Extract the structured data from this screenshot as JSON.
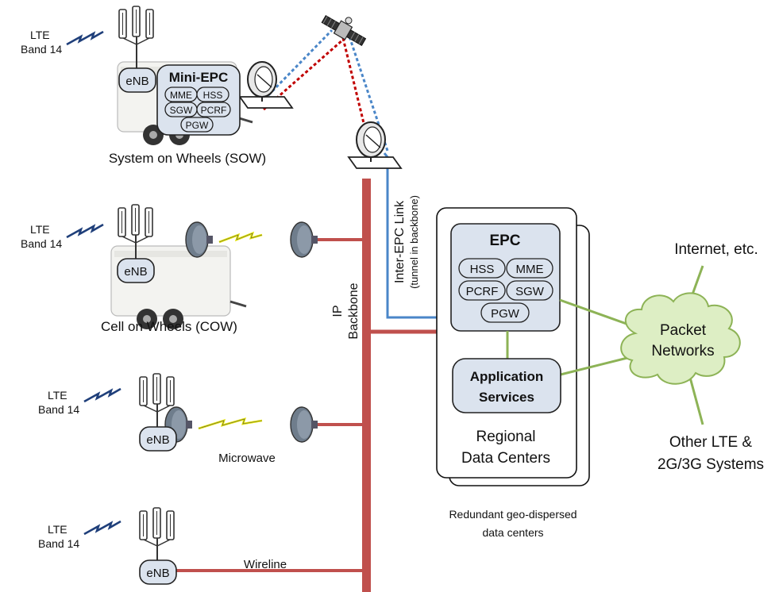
{
  "sites": [
    {
      "lte": "LTE",
      "band": "Band 14",
      "enb": "eNB",
      "caption": "System on Wheels (SOW)"
    },
    {
      "lte": "LTE",
      "band": "Band 14",
      "enb": "eNB",
      "caption": "Cell on Wheels (COW)"
    },
    {
      "lte": "LTE",
      "band": "Band 14",
      "enb": "eNB",
      "caption": "Microwave"
    },
    {
      "lte": "LTE",
      "band": "Band 14",
      "enb": "eNB",
      "caption": "Wireline"
    }
  ],
  "mini_epc": {
    "title": "Mini-EPC",
    "nodes": [
      "MME",
      "HSS",
      "SGW",
      "PCRF",
      "PGW"
    ]
  },
  "backbone": {
    "line1": "IP",
    "line2": "Backbone"
  },
  "inter_epc": {
    "line1": "Inter-EPC Link",
    "line2": "(tunnel in backbone)"
  },
  "epc": {
    "title": "EPC",
    "nodes": [
      "HSS",
      "MME",
      "PCRF",
      "SGW",
      "PGW"
    ]
  },
  "app_services": {
    "line1": "Application",
    "line2": "Services"
  },
  "regional": {
    "line1": "Regional",
    "line2": "Data Centers"
  },
  "redundant": {
    "line1": "Redundant geo-dispersed",
    "line2": "data centers"
  },
  "cloud": {
    "line1": "Packet",
    "line2": "Networks"
  },
  "internet": "Internet, etc.",
  "other": {
    "line1": "Other LTE &",
    "line2": "2G/3G Systems"
  },
  "colors": {
    "backbone": "#c0504d",
    "blue_link": "#4a86c8",
    "red_link": "#c00000",
    "green_link": "#8db356",
    "node_fill": "#dbe3ee",
    "cloud_fill": "#ddeec4",
    "lightning": "#e6e600"
  }
}
